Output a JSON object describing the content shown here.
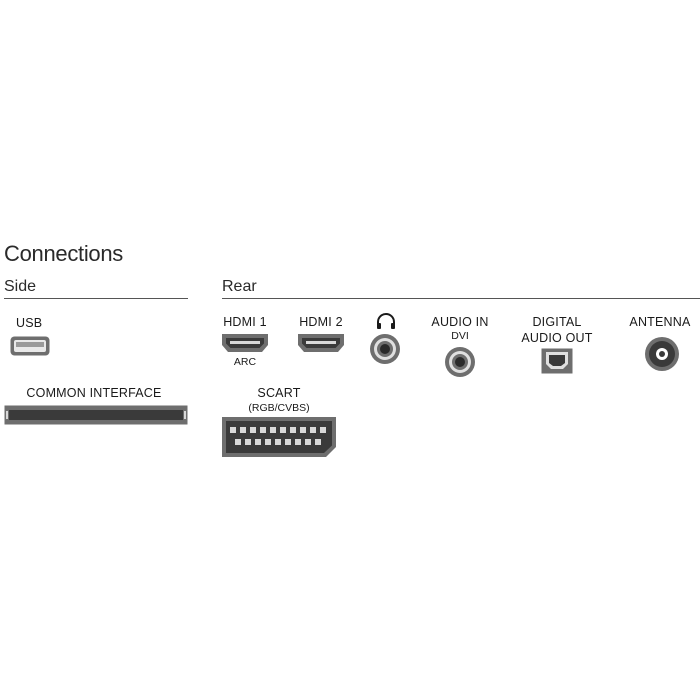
{
  "title": "Connections",
  "sections": {
    "side": "Side",
    "rear": "Rear"
  },
  "ports": {
    "usb": {
      "label": "USB"
    },
    "common_interface": {
      "label": "COMMON INTERFACE"
    },
    "hdmi1": {
      "label": "HDMI 1",
      "sub": "ARC"
    },
    "hdmi2": {
      "label": "HDMI 2"
    },
    "headphones": {
      "icon": "headphones-icon"
    },
    "audio_in": {
      "label": "AUDIO IN",
      "sub": "DVI"
    },
    "digital_audio_out": {
      "line1": "DIGITAL",
      "line2": "AUDIO OUT"
    },
    "antenna": {
      "label": "ANTENNA"
    },
    "scart": {
      "label": "SCART",
      "sub": "(RGB/CVBS)"
    }
  },
  "colors": {
    "port_body": "#6e6e6e",
    "port_dark": "#3a3a3a",
    "port_light": "#d8d8d8",
    "rule": "#555555"
  }
}
